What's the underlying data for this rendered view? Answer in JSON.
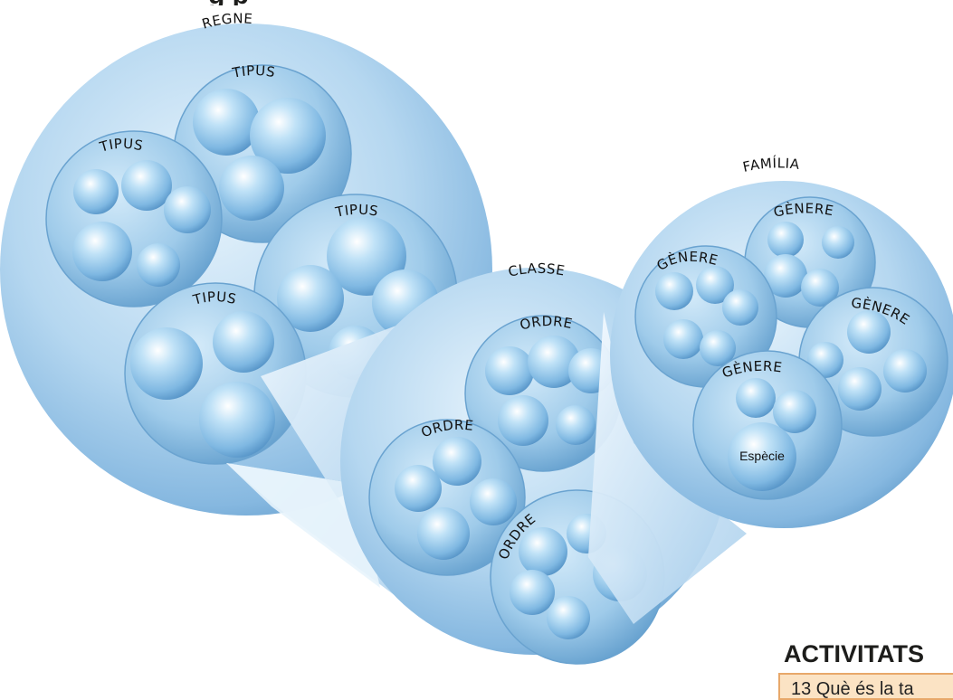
{
  "title_fragment": "g                  p",
  "labels": {
    "regne": "REGNE",
    "tipus": "TIPUS",
    "classe": "CLASSE",
    "ordre": "ORDRE",
    "familia": "FAMÍLIA",
    "genere": "GÈNERE",
    "especie": "Espècie"
  },
  "activities": {
    "heading": "ACTIVITATS",
    "first_item": "13  Què és la ta"
  },
  "colors": {
    "sphere_light": "#dff0fb",
    "sphere_mid": "#9fcbea",
    "sphere_dark": "#5d98c8",
    "box_fill": "#fbe3c4",
    "box_border": "#e8a86a"
  }
}
